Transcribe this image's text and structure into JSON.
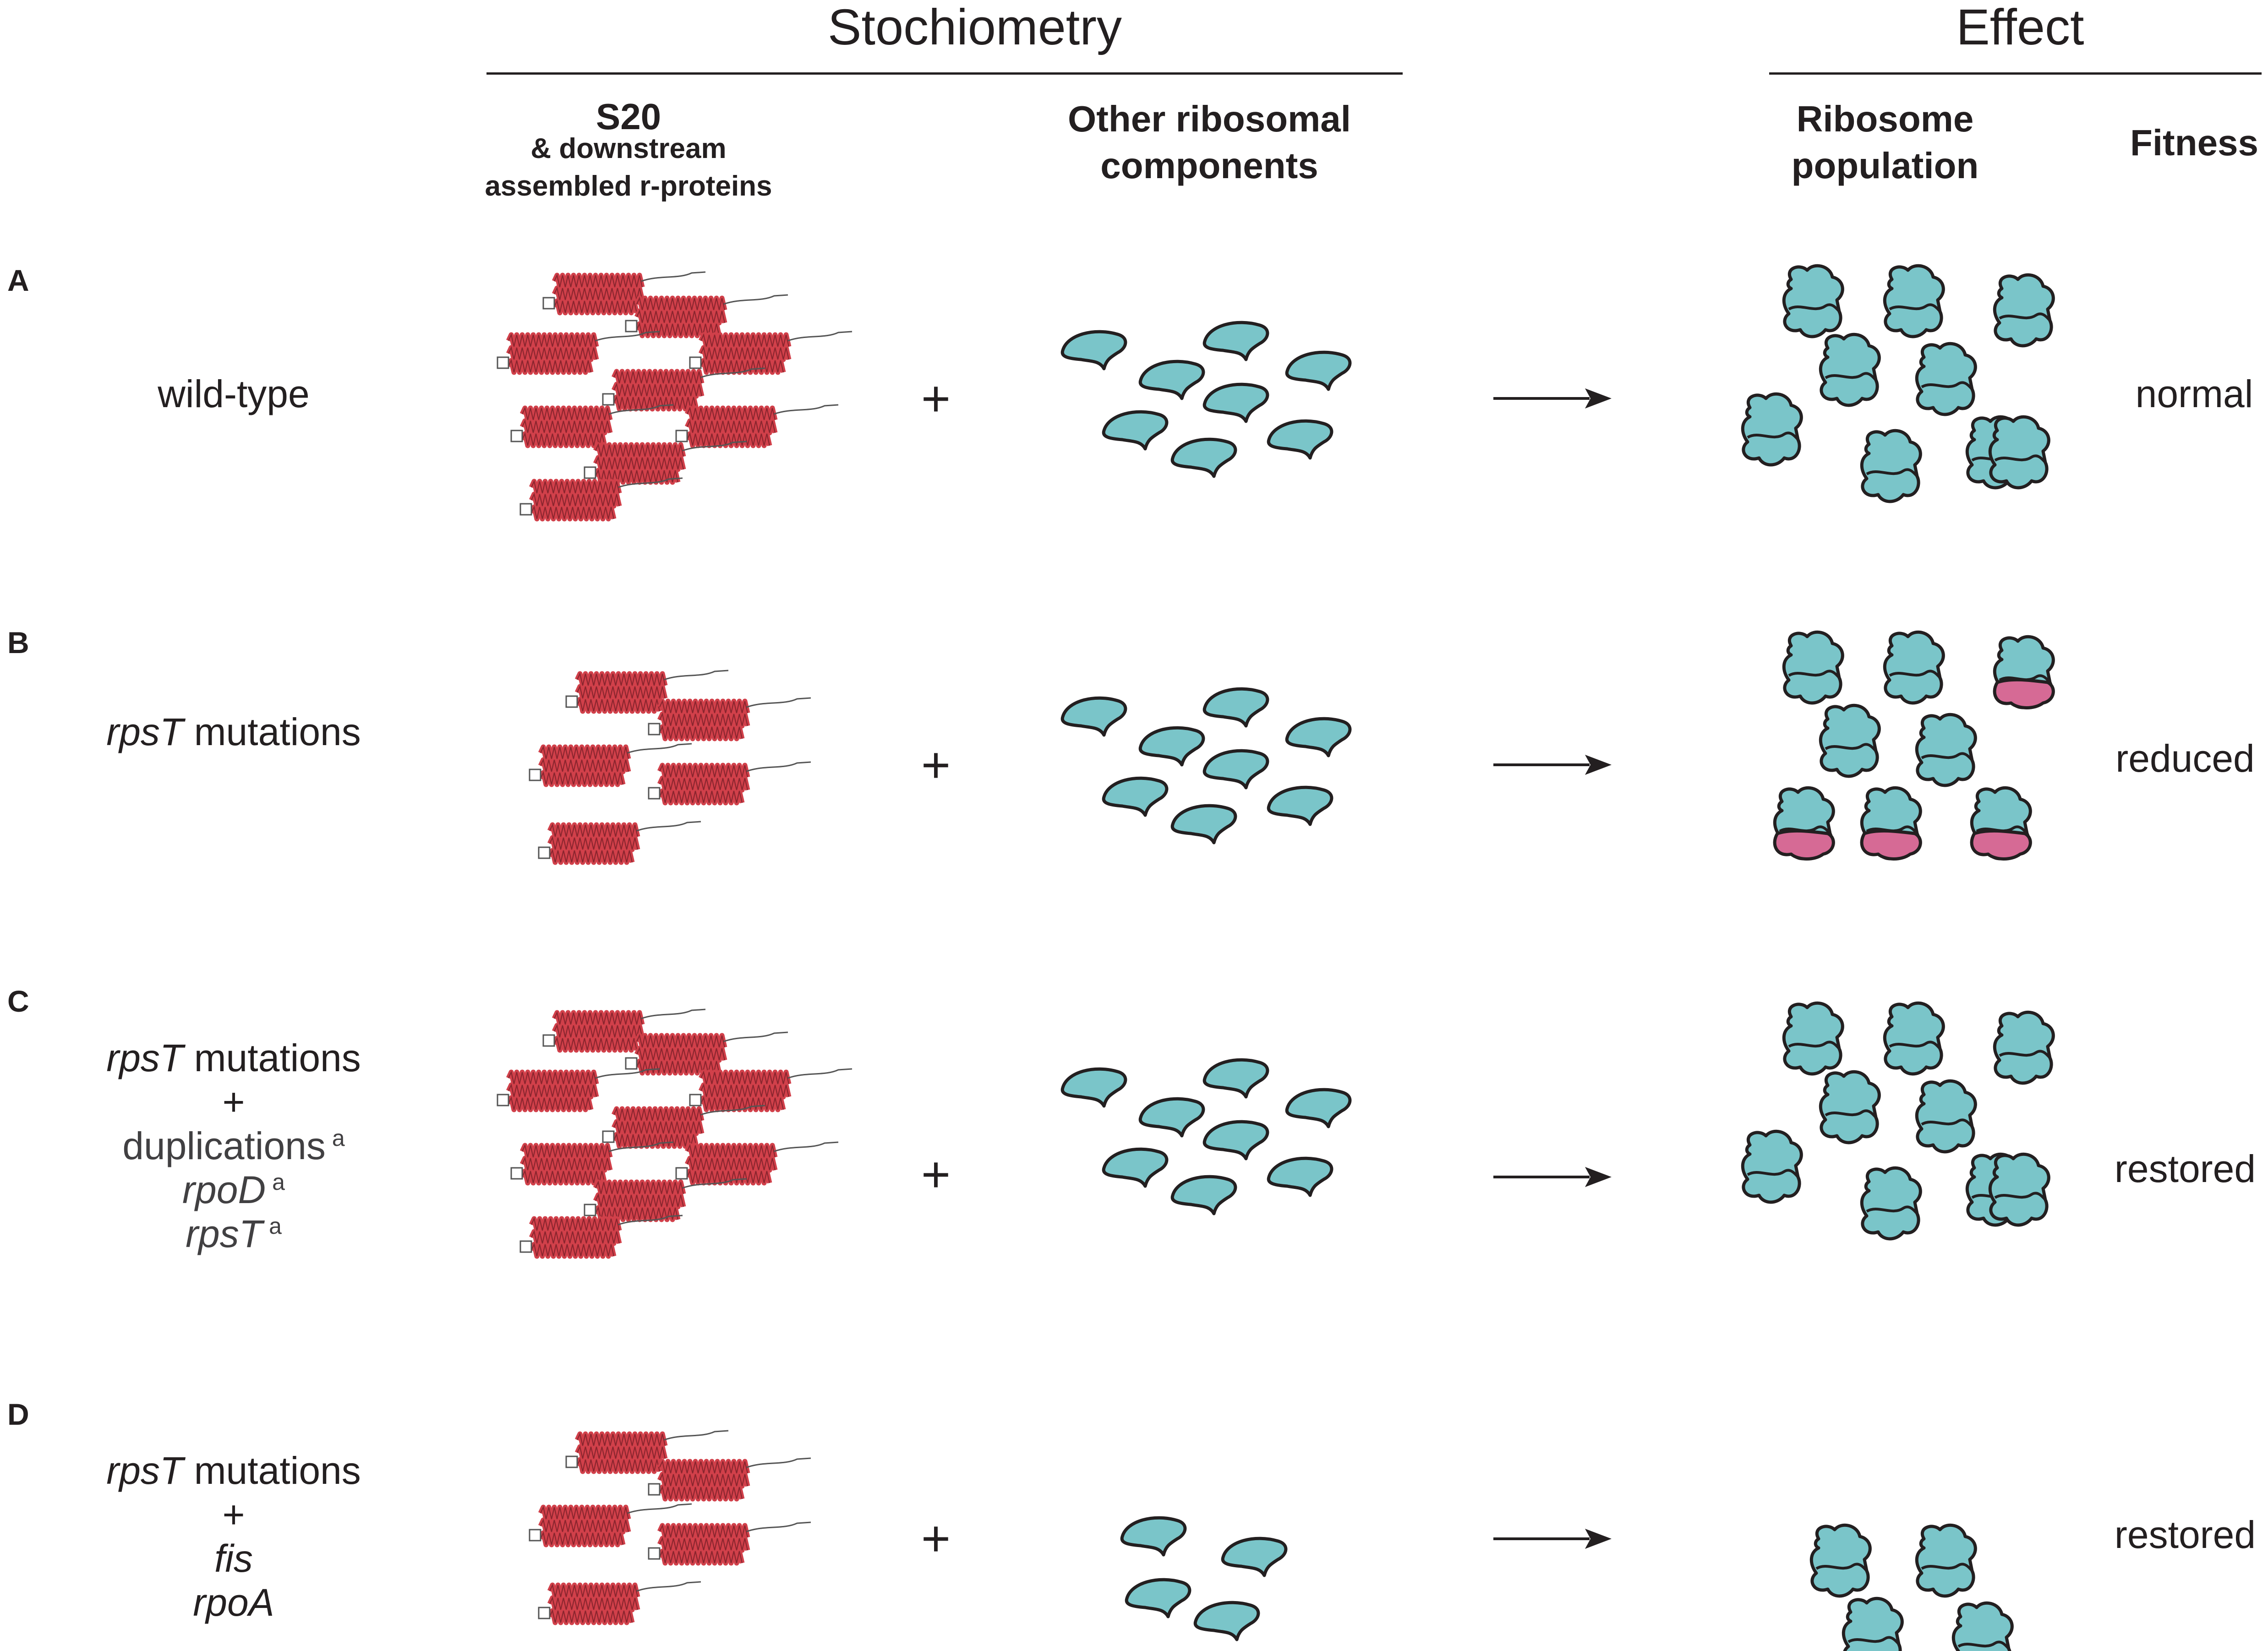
{
  "header": {
    "stoichiometry": "Stochiometry",
    "effect": "Effect",
    "col_s20_title": "S20",
    "col_s20_sub1": "& downstream",
    "col_s20_sub2": "assembled r-proteins",
    "col_other_line1": "Other ribosomal",
    "col_other_line2": "components",
    "col_ribosome_line1": "Ribosome",
    "col_ribosome_line2": "population",
    "col_fitness": "Fitness"
  },
  "plus_symbol": "+",
  "arrow_icon": "right-arrow-icon",
  "colors": {
    "protein_helix": "#d1404a",
    "ribosome_component": "#7ac5c9",
    "defective_subunit": "#d66a95",
    "outline": "#231f20"
  },
  "rows": [
    {
      "letter": "A",
      "condition_lines": [
        {
          "text": "wild-type"
        }
      ],
      "fitness": "normal",
      "s20_count": 9,
      "component_count": 8,
      "ribosome_count": 9,
      "defective_ribosomes": 0
    },
    {
      "letter": "B",
      "condition_lines": [
        {
          "gene": "rpsT",
          "text": " mutations"
        }
      ],
      "fitness": "reduced",
      "s20_count": 5,
      "component_count": 8,
      "ribosome_count": 8,
      "defective_ribosomes": 4
    },
    {
      "letter": "C",
      "condition_lines": [
        {
          "gene": "rpsT",
          "text": " mutations"
        },
        {
          "text": "+"
        },
        {
          "text": "duplications",
          "sup": "a"
        },
        {
          "gene": "rpoD",
          "sup": "a"
        },
        {
          "gene": "rpsT",
          "sup": "a"
        }
      ],
      "fitness": "restored",
      "s20_count": 9,
      "component_count": 8,
      "ribosome_count": 9,
      "defective_ribosomes": 0
    },
    {
      "letter": "D",
      "condition_lines": [
        {
          "gene": "rpsT",
          "text": " mutations"
        },
        {
          "text": "+"
        },
        {
          "gene": "fis"
        },
        {
          "gene": "rpoA"
        }
      ],
      "fitness": "restored",
      "s20_count": 5,
      "component_count": 4,
      "ribosome_count": 4,
      "defective_ribosomes": 0
    }
  ]
}
